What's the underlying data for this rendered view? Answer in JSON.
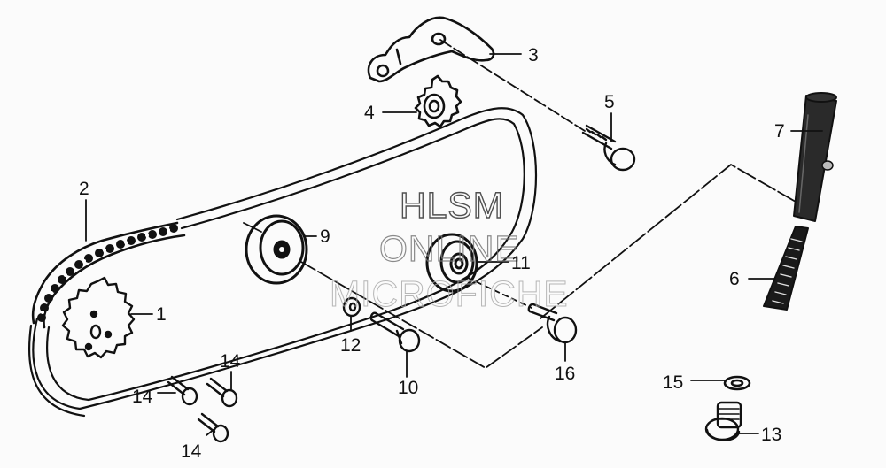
{
  "diagram": {
    "type": "exploded-parts-diagram",
    "subject": "Cam chain / tensioner assembly",
    "background_color": "#fbfbfb",
    "line_color": "#111111"
  },
  "watermark": {
    "line1": "HLSM",
    "line2": "ONLINE",
    "line3": "MICROFICHE"
  },
  "callouts": [
    {
      "number": "1",
      "part": "drive sprocket"
    },
    {
      "number": "2",
      "part": "cam chain"
    },
    {
      "number": "3",
      "part": "tensioner arm bracket"
    },
    {
      "number": "4",
      "part": "cam sprocket"
    },
    {
      "number": "5",
      "part": "pivot bolt"
    },
    {
      "number": "6",
      "part": "tensioner spring"
    },
    {
      "number": "7",
      "part": "tensioner push rod"
    },
    {
      "number": "9",
      "part": "guide roller"
    },
    {
      "number": "10",
      "part": "roller bolt"
    },
    {
      "number": "11",
      "part": "tensioner roller"
    },
    {
      "number": "12",
      "part": "washer"
    },
    {
      "number": "13",
      "part": "sealing bolt"
    },
    {
      "number": "14",
      "part": "screw"
    },
    {
      "number": "14",
      "part": "screw"
    },
    {
      "number": "14",
      "part": "screw"
    },
    {
      "number": "15",
      "part": "sealing washer"
    },
    {
      "number": "16",
      "part": "roller pin"
    }
  ]
}
